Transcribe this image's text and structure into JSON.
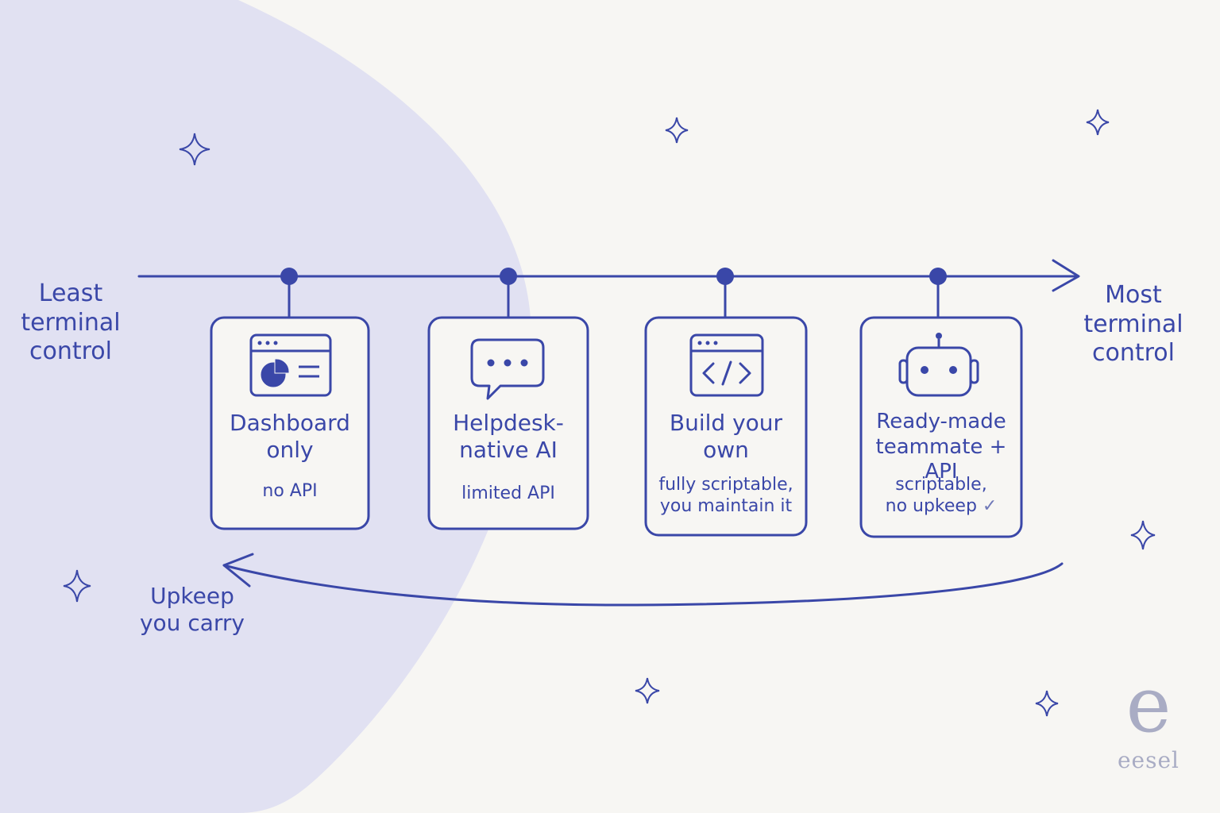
{
  "axis": {
    "left_label": "Least\nterminal\ncontrol",
    "right_label": "Most\nterminal\ncontrol"
  },
  "options": [
    {
      "title": "Dashboard\nonly",
      "subtitle": "no API",
      "icon": "dashboard-window-icon"
    },
    {
      "title": "Helpdesk-\nnative AI",
      "subtitle": "limited API",
      "icon": "chat-bubble-icon"
    },
    {
      "title": "Build your\nown",
      "subtitle": "fully scriptable,\nyou maintain it",
      "icon": "code-window-icon"
    },
    {
      "title": "Ready-made\nteammate + API",
      "subtitle": "scriptable,\nno upkeep",
      "icon": "robot-icon",
      "check": "✓"
    }
  ],
  "upkeep_label": "Upkeep\nyou carry",
  "logo": {
    "mark": "e",
    "wordmark": "eesel"
  },
  "colors": {
    "ink": "#3a47a8",
    "background": "#f7f6f3",
    "blob": "#e1e1f2",
    "logo": "#a9acc4"
  }
}
